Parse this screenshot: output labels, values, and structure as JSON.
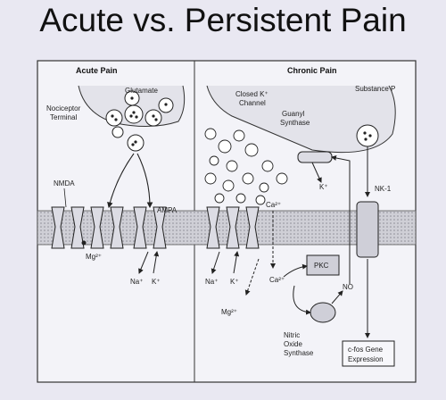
{
  "title": "Acute vs. Persistent Pain",
  "left_panel": {
    "heading": "Acute Pain",
    "labels": {
      "glutamate": "Glutamate",
      "nociceptor_line1": "Nociceptor",
      "nociceptor_line2": "Terminal",
      "nmda": "NMDA",
      "ampa": "AMPA",
      "mg": "Mg²⁺",
      "na": "Na⁺",
      "k": "K⁺"
    }
  },
  "right_panel": {
    "heading": "Chronic Pain",
    "labels": {
      "closed_k_line1": "Closed K⁺",
      "closed_k_line2": "Channel",
      "guanyl_line1": "Guanyl",
      "guanyl_line2": "Synthase",
      "substance_p": "Substance P",
      "nk1": "NK-1",
      "k_out": "K⁺",
      "ca_top": "Ca²⁺",
      "ca_bottom": "Ca²⁺",
      "pkc": "PKC",
      "no": "NO",
      "na": "Na⁺",
      "k": "K⁺",
      "mg": "Mg²⁺",
      "nitric_line1": "Nitric",
      "nitric_line2": "Oxide",
      "nitric_line3": "Synthase",
      "cfos_line1": "c-fos Gene",
      "cfos_line2": "Expression"
    }
  }
}
